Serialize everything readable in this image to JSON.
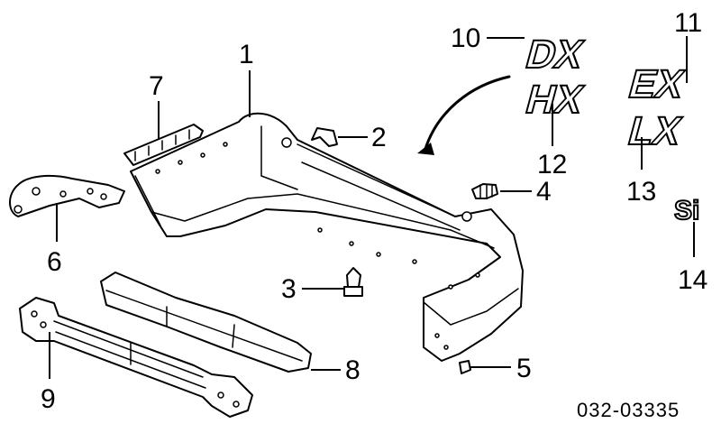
{
  "callouts": [
    "1",
    "2",
    "3",
    "4",
    "5",
    "6",
    "7",
    "8",
    "9",
    "10",
    "11",
    "12",
    "13",
    "14"
  ],
  "emblems": {
    "dx": "DX",
    "hx": "HX",
    "ex": "EX",
    "lx": "LX",
    "si": "Si"
  },
  "diagram_code": "032-03335"
}
